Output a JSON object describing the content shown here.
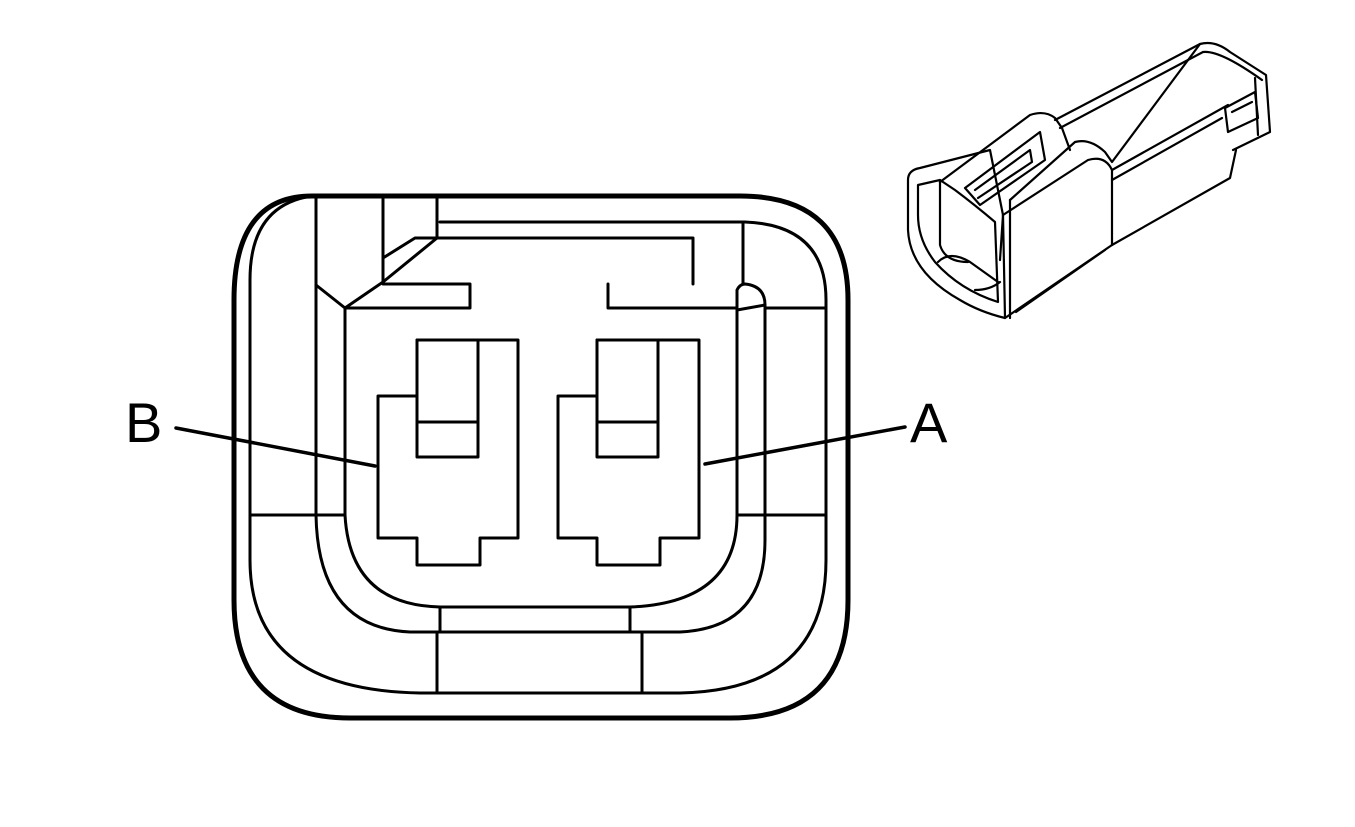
{
  "colors": {
    "line": "#000000",
    "background": "#ffffff"
  },
  "diagram": {
    "terminals": [
      {
        "id": "b",
        "label": "B"
      },
      {
        "id": "a",
        "label": "A"
      }
    ]
  }
}
